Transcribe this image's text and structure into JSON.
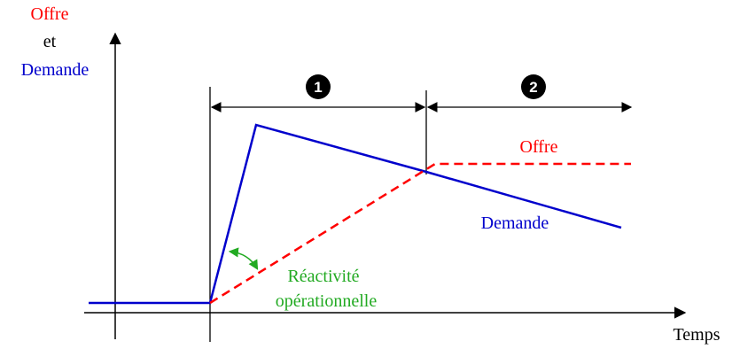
{
  "labels": {
    "y_axis_line1": "Offre",
    "y_axis_line2": "et",
    "y_axis_line3": "Demande",
    "x_axis": "Temps",
    "offre_curve": "Offre",
    "demande_curve": "Demande",
    "reactivite_line1": "Réactivité",
    "reactivite_line2": "opérationnelle",
    "phase_1": "1",
    "phase_2": "2"
  },
  "colors": {
    "offre": "#ff0000",
    "demande": "#0000cc",
    "reactivite": "#22aa22",
    "axes": "#000000"
  }
}
